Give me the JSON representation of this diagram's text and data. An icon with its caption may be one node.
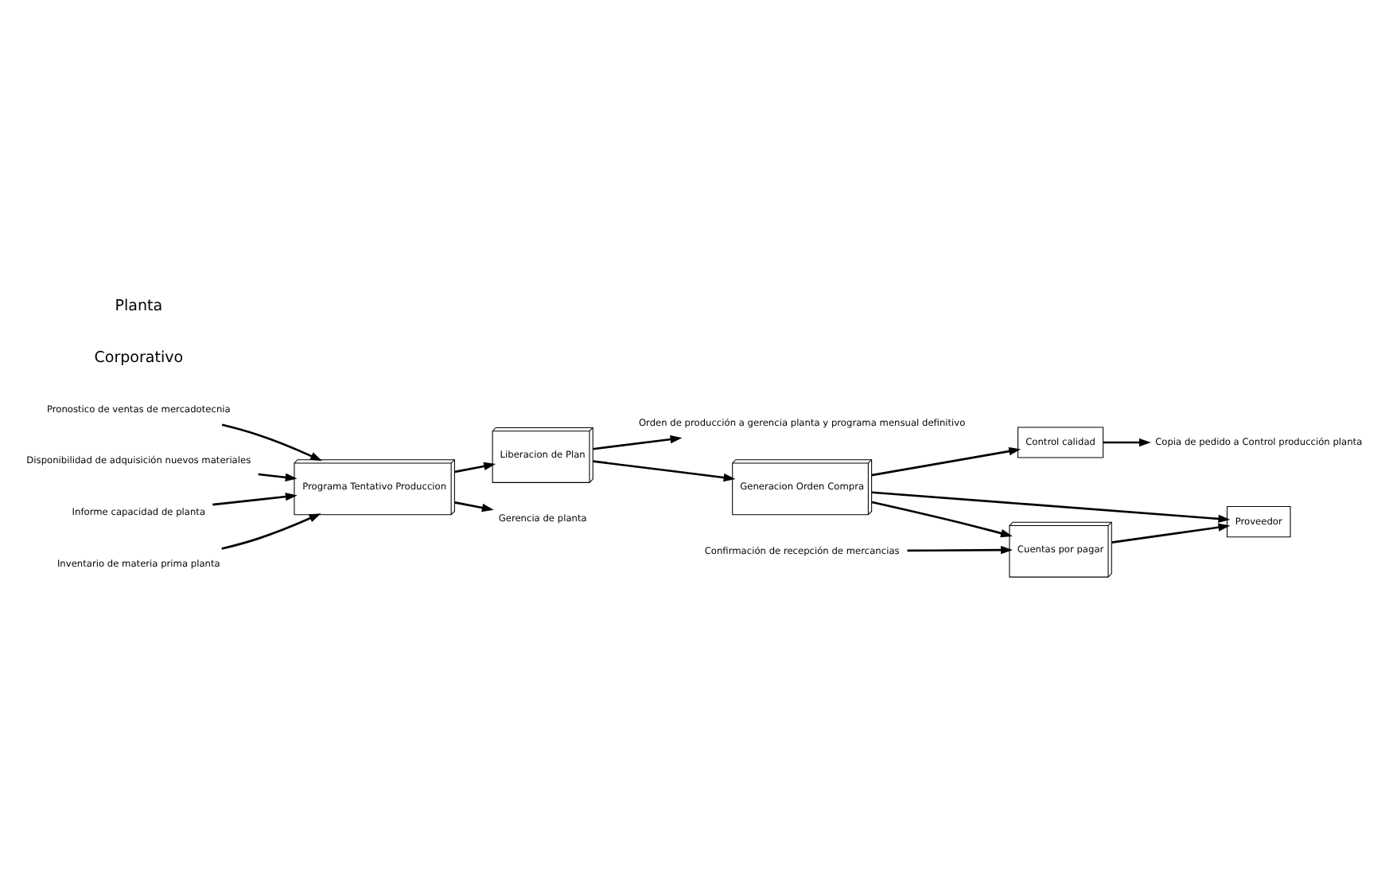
{
  "diagram": {
    "nodes": [
      {
        "text": [
          "Pronostico de ventas de mercadotecnia"
        ]
      },
      {
        "text": [
          "Disponibilidad de adquisición nuevos materiales"
        ]
      },
      {
        "text": [
          "Programa Tentativo Produccion"
        ]
      },
      {
        "text": [
          "Liberacion de Plan"
        ]
      },
      {
        "text": [
          "Generacion Orden Compra"
        ]
      },
      {
        "text": [
          "Proveedor"
        ]
      },
      {
        "text": [
          "Cuentas por pagar"
        ]
      },
      {
        "text": [
          "Control calidad"
        ]
      },
      {
        "text": [
          "Gerencia de planta"
        ]
      },
      {
        "text": [
          "Informe capacidad de planta"
        ]
      },
      {
        "text": [
          "Inventario de materia prima planta"
        ]
      },
      {
        "text": [
          "Orden de producción a gerencia planta y programa mensual definitivo"
        ]
      },
      {
        "text": [
          "Copia de pedido a Control producción planta"
        ]
      },
      {
        "text": [
          "Confirmación de recepción de mercancias"
        ]
      }
    ],
    "edges": [
      {
        "from": 0,
        "to": 2,
        "arrow": "to"
      },
      {
        "from": 1,
        "to": 2,
        "arrow": "to"
      },
      {
        "from": 2,
        "to": 8,
        "arrow": "to"
      },
      {
        "from": 9,
        "to": 2,
        "arrow": "to"
      },
      {
        "from": 10,
        "to": 2,
        "arrow": "to"
      },
      {
        "from": 2,
        "to": 3,
        "arrow": "to"
      },
      {
        "from": 3,
        "to": 4,
        "arrow": "to"
      },
      {
        "from": 3,
        "to": 11,
        "arrow": "to"
      },
      {
        "from": 4,
        "to": 5,
        "arrow": "to"
      },
      {
        "from": 4,
        "to": 7,
        "arrow": "to"
      },
      {
        "from": 4,
        "to": 6,
        "arrow": "to"
      },
      {
        "from": 6,
        "to": 5,
        "arrow": "to"
      },
      {
        "from": 7,
        "to": 12,
        "arrow": "to"
      },
      {
        "from": 13,
        "to": 6,
        "arrow": "to"
      }
    ],
    "labels": [
      "Corporativo",
      "Planta"
    ]
  }
}
